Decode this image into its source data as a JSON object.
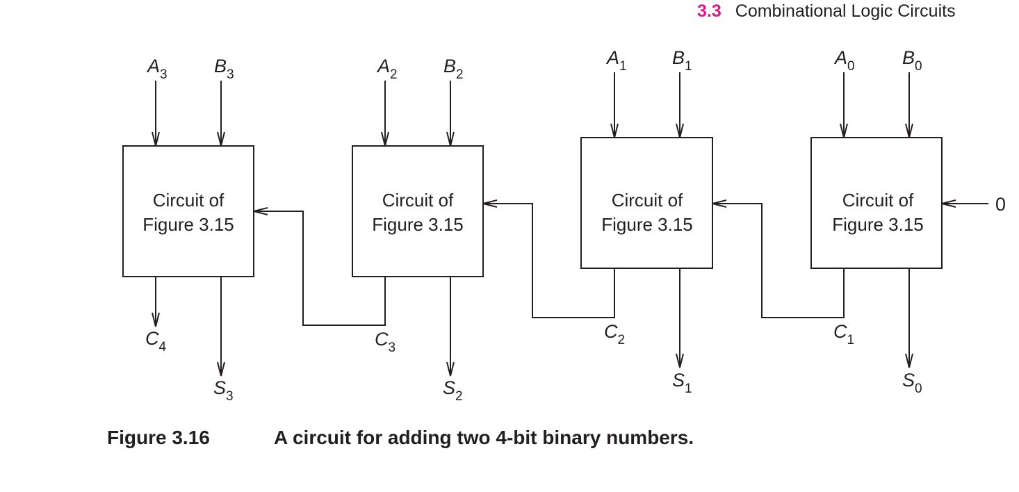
{
  "header": {
    "section_number": "3.3",
    "section_title": "Combinational Logic Circuits"
  },
  "box_label": {
    "line1": "Circuit of",
    "line2": "Figure 3.15"
  },
  "inputs": {
    "A3": {
      "base": "A",
      "sub": "3"
    },
    "B3": {
      "base": "B",
      "sub": "3"
    },
    "A2": {
      "base": "A",
      "sub": "2"
    },
    "B2": {
      "base": "B",
      "sub": "2"
    },
    "A1": {
      "base": "A",
      "sub": "1"
    },
    "B1": {
      "base": "B",
      "sub": "1"
    },
    "A0": {
      "base": "A",
      "sub": "0"
    },
    "B0": {
      "base": "B",
      "sub": "0"
    }
  },
  "outputs": {
    "S3": {
      "base": "S",
      "sub": "3"
    },
    "S2": {
      "base": "S",
      "sub": "2"
    },
    "S1": {
      "base": "S",
      "sub": "1"
    },
    "S0": {
      "base": "S",
      "sub": "0"
    }
  },
  "carries": {
    "C4": {
      "base": "C",
      "sub": "4"
    },
    "C3": {
      "base": "C",
      "sub": "3"
    },
    "C2": {
      "base": "C",
      "sub": "2"
    },
    "C1": {
      "base": "C",
      "sub": "1"
    }
  },
  "carry_in": "0",
  "caption": {
    "label": "Figure 3.16",
    "text": "A circuit for adding two 4-bit binary numbers."
  },
  "colors": {
    "accent": "#e0168b",
    "ink": "#231f20"
  }
}
